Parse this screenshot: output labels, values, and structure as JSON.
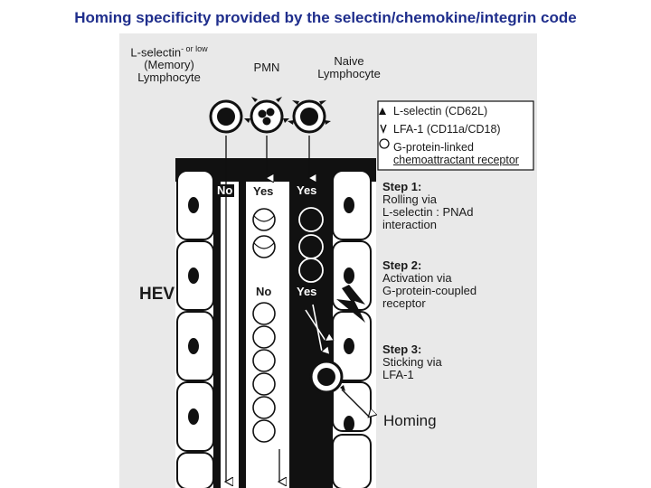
{
  "title": "Homing specificity provided by the selectin/chemokine/integrin code",
  "cells": {
    "memory_line1": "L-selectin",
    "memory_sup": "- or low",
    "memory_line2": "(Memory)",
    "memory_line3": "Lymphocyte",
    "pmn": "PMN",
    "naive_line1": "Naive",
    "naive_line2": "Lymphocyte"
  },
  "legend": {
    "item1": "L-selectin (CD62L)",
    "item2": "LFA-1 (CD11a/CD18)",
    "item3_line1": "G-protein-linked",
    "item3_line2": "chemoattractant receptor"
  },
  "lanes": {
    "lane1_step1": "No",
    "lane2_step1": "Yes",
    "lane3_step1": "Yes",
    "lane2_step2": "No",
    "lane3_step2": "Yes"
  },
  "steps": {
    "step1_title": "Step 1:",
    "step1_line1": "Rolling via",
    "step1_line2": "L-selectin : PNAd",
    "step1_line3": "interaction",
    "step2_title": "Step 2:",
    "step2_line1": "Activation via",
    "step2_line2": "G-protein-coupled",
    "step2_line3": "receptor",
    "step3_title": "Step 3:",
    "step3_line1": "Sticking via",
    "step3_line2": "LFA-1"
  },
  "hev_label": "HEV",
  "homing_label": "Homing",
  "colors": {
    "title": "#1f2e8c",
    "panel_background": "#e9e9e9",
    "ink": "#111111"
  }
}
